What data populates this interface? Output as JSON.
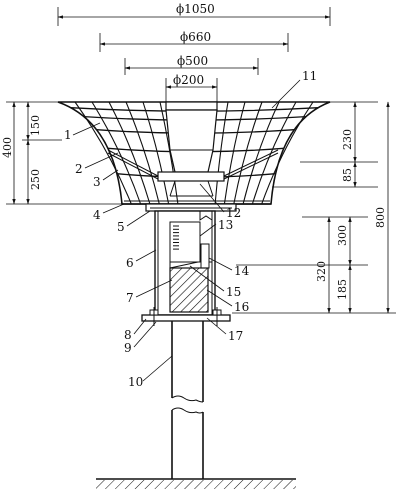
{
  "dimensions": {
    "d1050": "ϕ1050",
    "d660": "ϕ660",
    "d500": "ϕ500",
    "d200": "ϕ200",
    "h400": "400",
    "h150": "150",
    "h250": "250",
    "h230": "230",
    "h85": "85",
    "h800": "800",
    "h300": "300",
    "h320": "320",
    "h185": "185"
  },
  "callouts": [
    "1",
    "2",
    "3",
    "4",
    "5",
    "6",
    "7",
    "8",
    "9",
    "10",
    "11",
    "12",
    "13",
    "14",
    "15",
    "16",
    "17"
  ]
}
